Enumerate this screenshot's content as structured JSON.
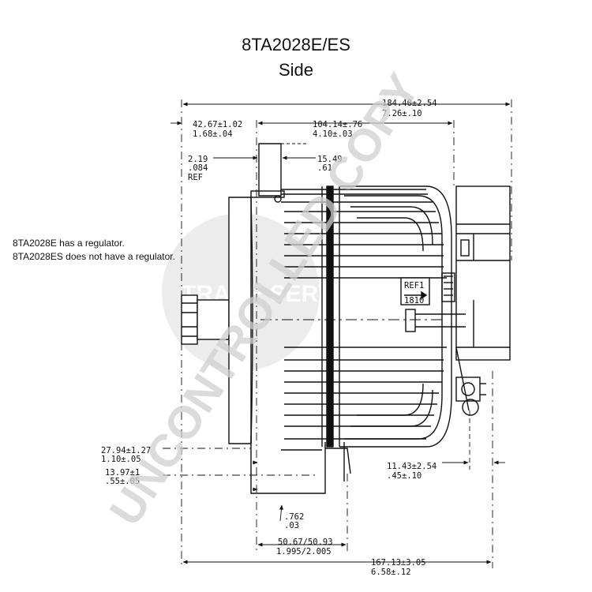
{
  "header": {
    "title": "8TA2028E/ES",
    "subtitle": "Side"
  },
  "notes": {
    "line1": "8TA2028E has a regulator.",
    "line2": "8TA2028ES does not have a regulator."
  },
  "dimensions": {
    "overall_length_mm": "184.40±2.54",
    "overall_length_in": "7.26±.10",
    "front_offset_mm": "42.67±1.02",
    "front_offset_in": "1.68±.04",
    "body_length_mm": "104.14±.76",
    "body_length_in": "4.10±.03",
    "gap_mm": "2.19",
    "gap_in": ".084",
    "gap_ref": "REF",
    "flange_mm": "15.49",
    "flange_in": ".61",
    "shaft_offset_mm": "27.94±1.27",
    "shaft_offset_in": "1.10±.05",
    "lower_offset_mm": "13.97±1",
    "lower_offset_in": ".55±.05",
    "terminal_offset_mm": "11.43±2.54",
    "terminal_offset_in": ".45±.10",
    "small_gap_mm": ".762",
    "small_gap_in": ".03",
    "mount_width_mm": "50.67/50.93",
    "mount_width_in": "1.995/2.005",
    "base_length_mm": "167.13±3.05",
    "base_length_in": "6.58±.12"
  },
  "part_label": {
    "line1": "REF1",
    "line2": "1810"
  },
  "watermark": {
    "diagonal": "UNCONTROLLED COPY",
    "seal": "TRADE SERVICE"
  },
  "colors": {
    "ink": "#111111",
    "watermark": "#d4d4d4",
    "seal": "#e6e6e6"
  }
}
